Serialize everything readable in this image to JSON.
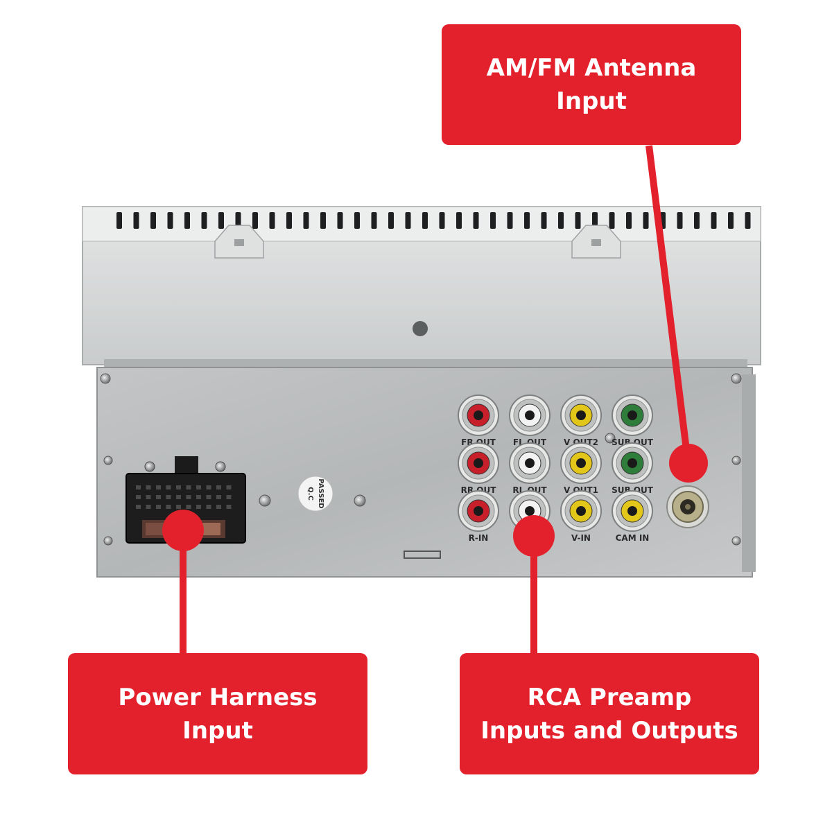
{
  "callouts": {
    "antenna": {
      "line1": "AM/FM Antenna",
      "line2": "Input"
    },
    "power": {
      "line1": "Power Harness",
      "line2": "Input"
    },
    "rca": {
      "line1": "RCA Preamp",
      "line2": "Inputs and Outputs"
    }
  },
  "stamp": {
    "line1": "PASSED",
    "line2": "Q.C"
  },
  "jacks": [
    {
      "label": "FR OUT",
      "color": "#c8202a"
    },
    {
      "label": "FL OUT",
      "color": "#f2f2f2"
    },
    {
      "label": "V OUT2",
      "color": "#e3c61a"
    },
    {
      "label": "SUB OUT",
      "color": "#2e7d3a"
    },
    {
      "label": "RR OUT",
      "color": "#c8202a"
    },
    {
      "label": "RL OUT",
      "color": "#f2f2f2"
    },
    {
      "label": "V OUT1",
      "color": "#e3c61a"
    },
    {
      "label": "SUB OUT",
      "color": "#2e7d3a"
    },
    {
      "label": "R-IN",
      "color": "#c8202a"
    },
    {
      "label": "",
      "color": "#f2f2f2"
    },
    {
      "label": "V-IN",
      "color": "#e3c61a"
    },
    {
      "label": "CAM IN",
      "color": "#e3c61a"
    }
  ],
  "colors": {
    "callout_red": "#e3212d",
    "leader_red": "#e3212d"
  }
}
